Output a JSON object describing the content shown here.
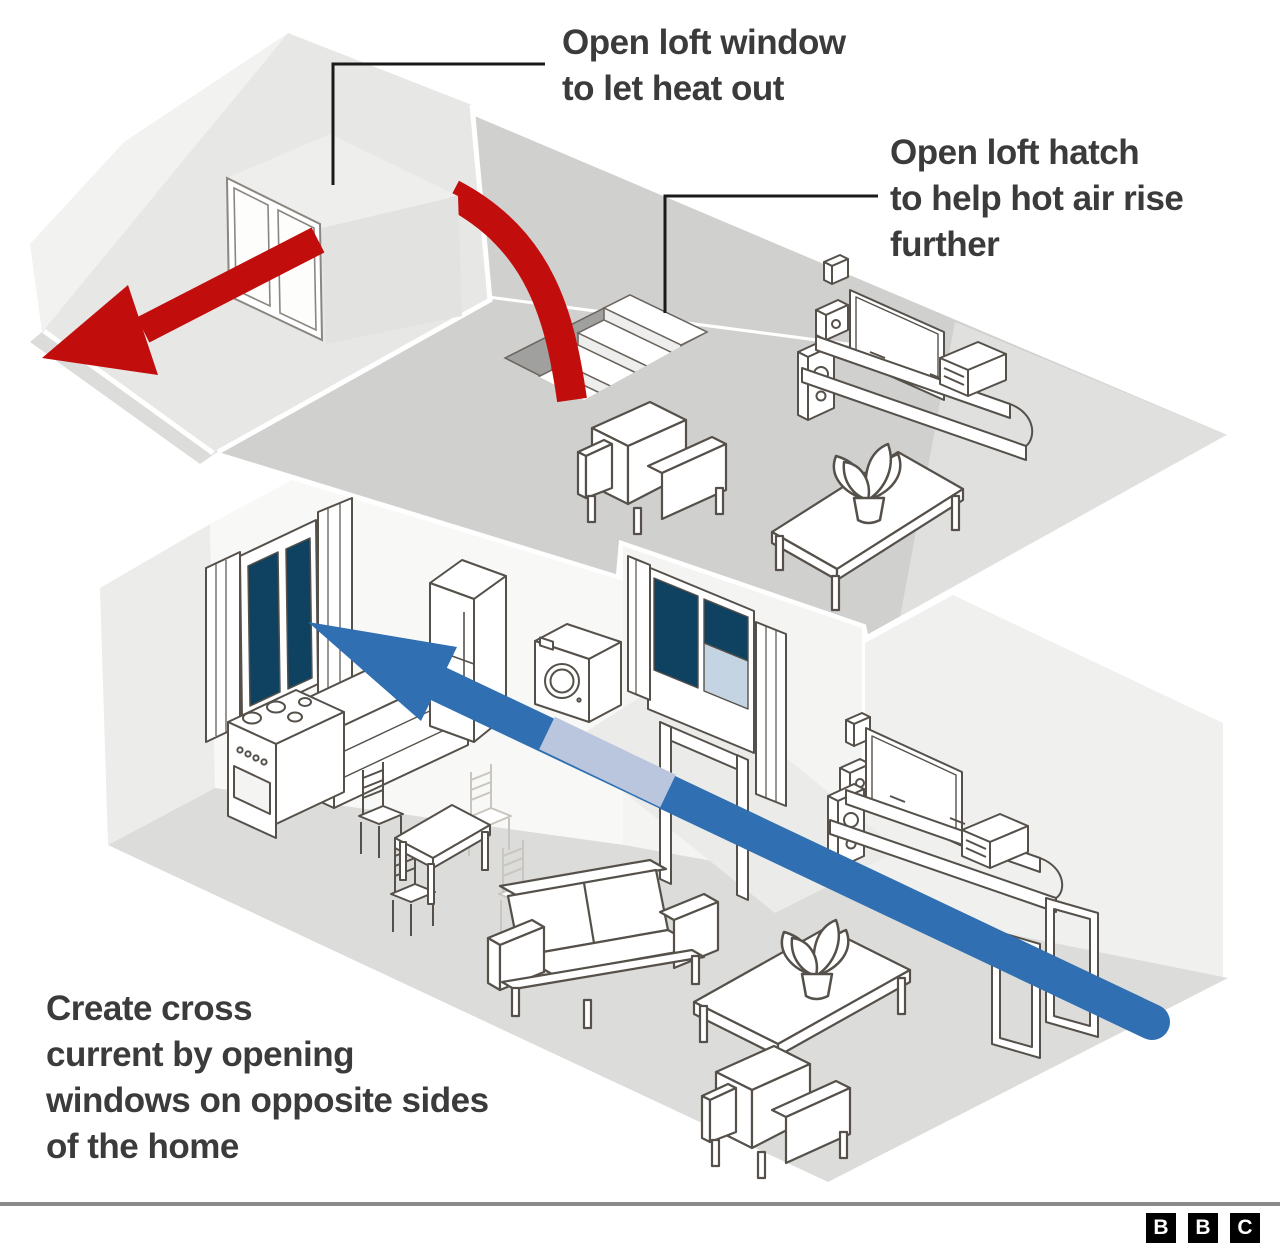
{
  "annotations": {
    "loft_window": {
      "line1": "Open loft window",
      "line2": "to let heat out"
    },
    "loft_hatch": {
      "line1": "Open loft hatch",
      "line2": "to help hot air rise",
      "line3": "further"
    },
    "cross_current": {
      "line1": "Create cross",
      "line2": "current by opening",
      "line3": "windows on opposite sides",
      "line4": "of the home"
    }
  },
  "brand": {
    "letters": [
      "B",
      "B",
      "C"
    ]
  },
  "colors": {
    "heat_arrow": "#c20d0d",
    "air_arrow": "#2f6fb2",
    "air_arrow_hidden": "#b9c6de",
    "window_glass": "#0f4160",
    "window_glass_light": "#c5d4e2",
    "annotation_text": "#3b3b3b",
    "divider": "#8a8a8a",
    "logo_block": "#000000"
  },
  "diagram": {
    "type": "isometric-cutaway-home-ventilation",
    "elements": [
      {
        "name": "red-heat-arrow",
        "meaning": "hot air rising from loft hatch and escaping through open loft window"
      },
      {
        "name": "blue-airflow-arrow",
        "meaning": "cross current entering patio door and exiting kitchen window"
      },
      {
        "name": "loft-window"
      },
      {
        "name": "loft-hatch-stairs"
      },
      {
        "name": "kitchen-window"
      },
      {
        "name": "patio-door"
      }
    ]
  }
}
